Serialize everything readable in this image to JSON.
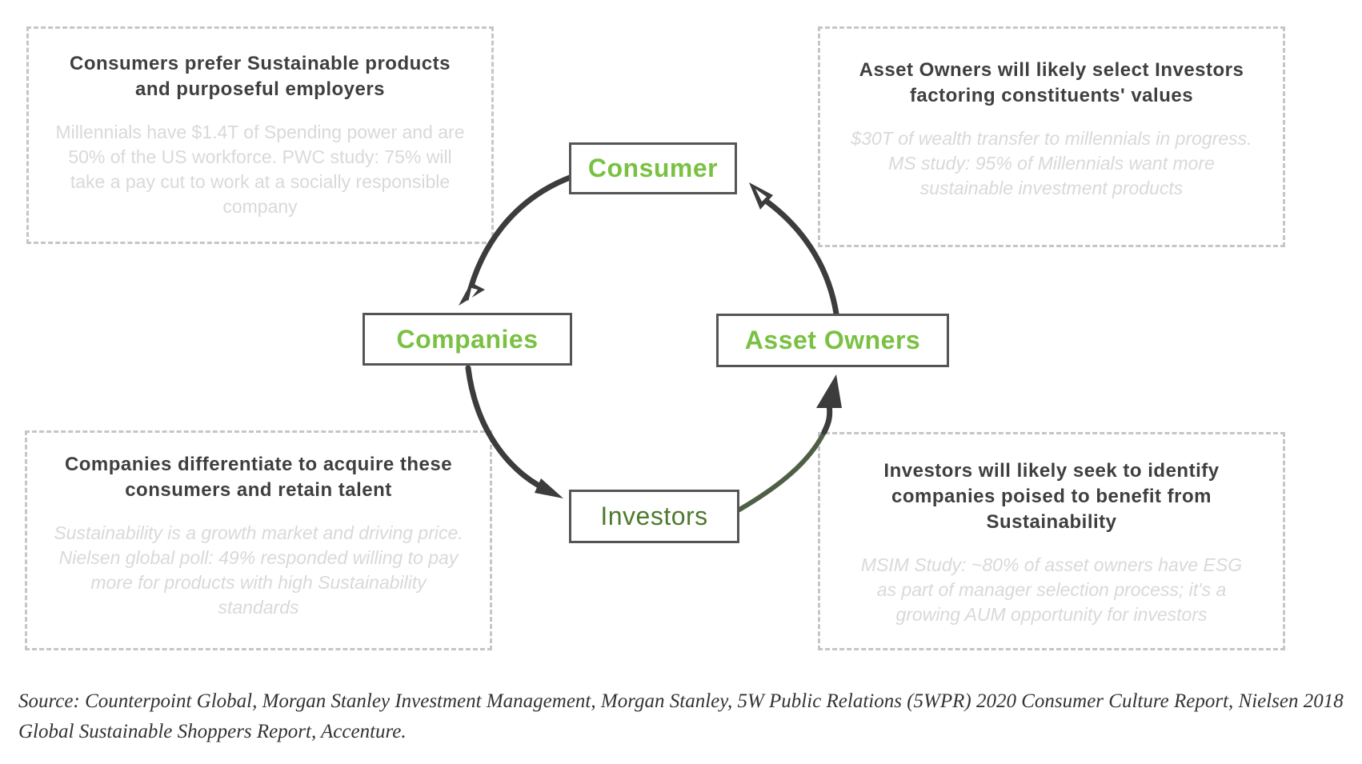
{
  "panels": {
    "top_left": {
      "heading": "Consumers prefer Sustainable products and purposeful employers",
      "body": "Millennials have $1.4T of Spending power and are 50% of the US workforce. PWC study: 75% will take a pay cut to work at a socially responsible company"
    },
    "top_right": {
      "heading": "Asset Owners will likely select Investors factoring constituents' values",
      "body": "$30T of wealth transfer to millennials in progress. MS study: 95% of Millennials want more sustainable investment products"
    },
    "bottom_left": {
      "heading": "Companies differentiate to acquire these consumers and retain talent",
      "body": "Sustainability is a growth market and driving price. Nielsen global poll: 49% responded willing to pay more for products with high Sustainability standards"
    },
    "bottom_right": {
      "heading": "Investors will likely seek to identify companies poised to benefit from Sustainability",
      "body": "MSIM Study: ~80% of asset owners have ESG as part of manager selection process; it's a growing AUM opportunity for investors"
    }
  },
  "nodes": {
    "consumer": "Consumer",
    "companies": "Companies",
    "asset_owners": "Asset Owners",
    "investors": "Investors"
  },
  "colors": {
    "node_text": "#7ac143",
    "investors_text": "#4e7a2e",
    "arrow": "#3c3c3c",
    "panel_border": "#c6c6c6"
  },
  "source": "Source: Counterpoint Global, Morgan Stanley Investment Management, Morgan Stanley, 5W Public Relations (5WPR) 2020 Consumer Culture Report, Nielsen 2018 Global Sustainable Shoppers Report, Accenture."
}
